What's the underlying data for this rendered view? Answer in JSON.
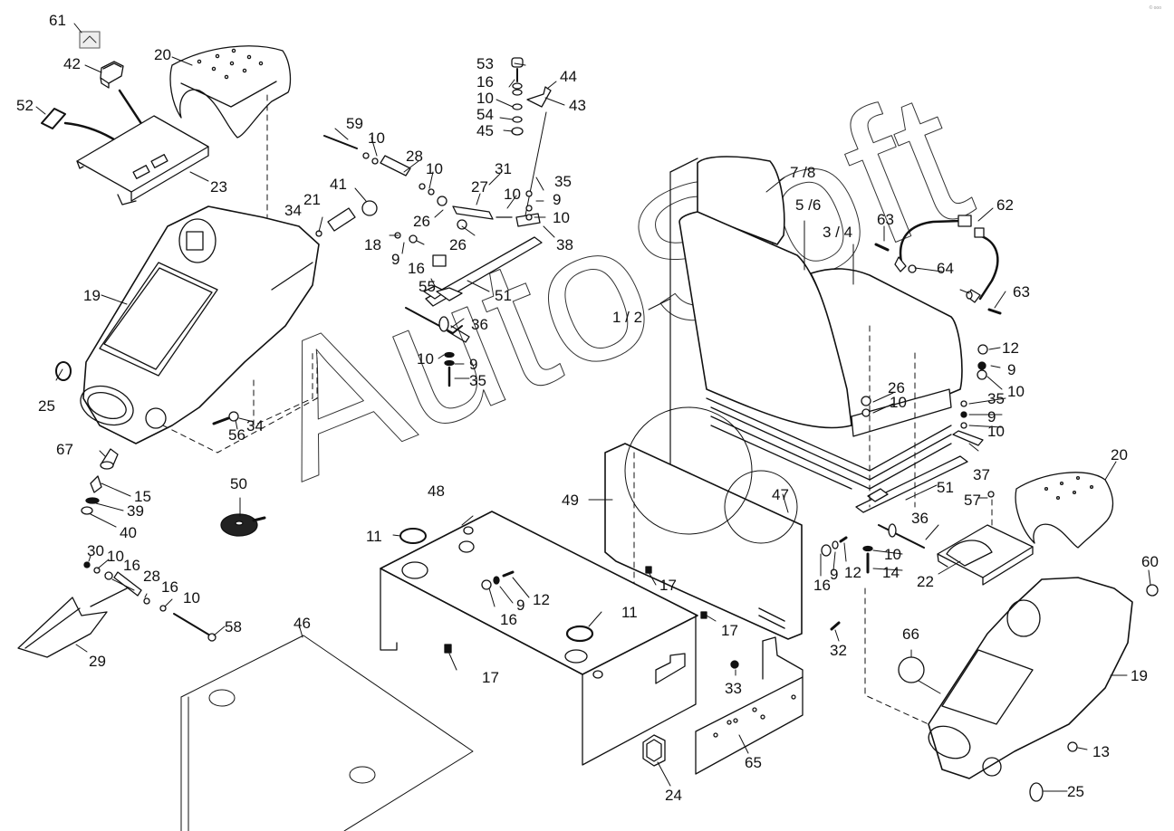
{
  "diagram": {
    "type": "exploded parts diagram",
    "subject": "Operator seat with armrest consoles and mounting frame",
    "watermark": "AutoSoft",
    "corner_mark": "© ooo",
    "callouts": [
      {
        "id": "c61",
        "text": "61"
      },
      {
        "id": "c42",
        "text": "42"
      },
      {
        "id": "c52",
        "text": "52"
      },
      {
        "id": "c20a",
        "text": "20"
      },
      {
        "id": "c23",
        "text": "23"
      },
      {
        "id": "c19a",
        "text": "19"
      },
      {
        "id": "c25a",
        "text": "25"
      },
      {
        "id": "c34a",
        "text": "34"
      },
      {
        "id": "c21",
        "text": "21"
      },
      {
        "id": "c41",
        "text": "41"
      },
      {
        "id": "c59",
        "text": "59"
      },
      {
        "id": "c10a",
        "text": "10"
      },
      {
        "id": "c28a",
        "text": "28"
      },
      {
        "id": "c10b",
        "text": "10"
      },
      {
        "id": "c26a",
        "text": "26"
      },
      {
        "id": "c18",
        "text": "18"
      },
      {
        "id": "c9a",
        "text": "9"
      },
      {
        "id": "c16a",
        "text": "16"
      },
      {
        "id": "c55",
        "text": "55"
      },
      {
        "id": "c51a",
        "text": "51"
      },
      {
        "id": "c36a",
        "text": "36"
      },
      {
        "id": "c10c",
        "text": "10"
      },
      {
        "id": "c9b",
        "text": "9"
      },
      {
        "id": "c35a",
        "text": "35"
      },
      {
        "id": "c53",
        "text": "53"
      },
      {
        "id": "c16b",
        "text": "16"
      },
      {
        "id": "c10d",
        "text": "10"
      },
      {
        "id": "c54",
        "text": "54"
      },
      {
        "id": "c45",
        "text": "45"
      },
      {
        "id": "c44",
        "text": "44"
      },
      {
        "id": "c43",
        "text": "43"
      },
      {
        "id": "c31",
        "text": "31"
      },
      {
        "id": "c27",
        "text": "27"
      },
      {
        "id": "c10e",
        "text": "10"
      },
      {
        "id": "c35b",
        "text": "35"
      },
      {
        "id": "c9c",
        "text": "9"
      },
      {
        "id": "c10f",
        "text": "10"
      },
      {
        "id": "c26b",
        "text": "26"
      },
      {
        "id": "c38",
        "text": "38"
      },
      {
        "id": "c7_8",
        "text": "7 /8"
      },
      {
        "id": "c5_6",
        "text": "5 /6"
      },
      {
        "id": "c3_4",
        "text": "3 / 4"
      },
      {
        "id": "c1_2",
        "text": "1 / 2"
      },
      {
        "id": "c63a",
        "text": "63"
      },
      {
        "id": "c62",
        "text": "62"
      },
      {
        "id": "c64",
        "text": "64"
      },
      {
        "id": "c63b",
        "text": "63"
      },
      {
        "id": "c12a",
        "text": "12"
      },
      {
        "id": "c9d",
        "text": "9"
      },
      {
        "id": "c10g",
        "text": "10"
      },
      {
        "id": "c26c",
        "text": "26"
      },
      {
        "id": "c10h",
        "text": "10"
      },
      {
        "id": "c35c",
        "text": "35"
      },
      {
        "id": "c9e",
        "text": "9"
      },
      {
        "id": "c10i",
        "text": "10"
      },
      {
        "id": "c37",
        "text": "37"
      },
      {
        "id": "c20b",
        "text": "20"
      },
      {
        "id": "c51b",
        "text": "51"
      },
      {
        "id": "c57",
        "text": "57"
      },
      {
        "id": "c36b",
        "text": "36"
      },
      {
        "id": "c10j",
        "text": "10"
      },
      {
        "id": "c14",
        "text": "14"
      },
      {
        "id": "c16c",
        "text": "16"
      },
      {
        "id": "c9f",
        "text": "9"
      },
      {
        "id": "c12b",
        "text": "12"
      },
      {
        "id": "c22",
        "text": "22"
      },
      {
        "id": "c60",
        "text": "60"
      },
      {
        "id": "c47",
        "text": "47"
      },
      {
        "id": "c49",
        "text": "49"
      },
      {
        "id": "c48",
        "text": "48"
      },
      {
        "id": "c11a",
        "text": "11"
      },
      {
        "id": "c12c",
        "text": "12"
      },
      {
        "id": "c9g",
        "text": "9"
      },
      {
        "id": "c16d",
        "text": "16"
      },
      {
        "id": "c17a",
        "text": "17"
      },
      {
        "id": "c11b",
        "text": "11"
      },
      {
        "id": "c17b",
        "text": "17"
      },
      {
        "id": "c17c",
        "text": "17"
      },
      {
        "id": "c32",
        "text": "32"
      },
      {
        "id": "c33",
        "text": "33"
      },
      {
        "id": "c66",
        "text": "66"
      },
      {
        "id": "c19b",
        "text": "19"
      },
      {
        "id": "c13",
        "text": "13"
      },
      {
        "id": "c65",
        "text": "65"
      },
      {
        "id": "c24",
        "text": "24"
      },
      {
        "id": "c25b",
        "text": "25"
      },
      {
        "id": "c46",
        "text": "46"
      },
      {
        "id": "c50",
        "text": "50"
      },
      {
        "id": "c67",
        "text": "67"
      },
      {
        "id": "c15",
        "text": "15"
      },
      {
        "id": "c39",
        "text": "39"
      },
      {
        "id": "c40",
        "text": "40"
      },
      {
        "id": "c56",
        "text": "56"
      },
      {
        "id": "c34b",
        "text": "34"
      },
      {
        "id": "c30",
        "text": "30"
      },
      {
        "id": "c10k",
        "text": "10"
      },
      {
        "id": "c16e",
        "text": "16"
      },
      {
        "id": "c28b",
        "text": "28"
      },
      {
        "id": "c16f",
        "text": "16"
      },
      {
        "id": "c10l",
        "text": "10"
      },
      {
        "id": "c58",
        "text": "58"
      },
      {
        "id": "c29",
        "text": "29"
      }
    ]
  }
}
